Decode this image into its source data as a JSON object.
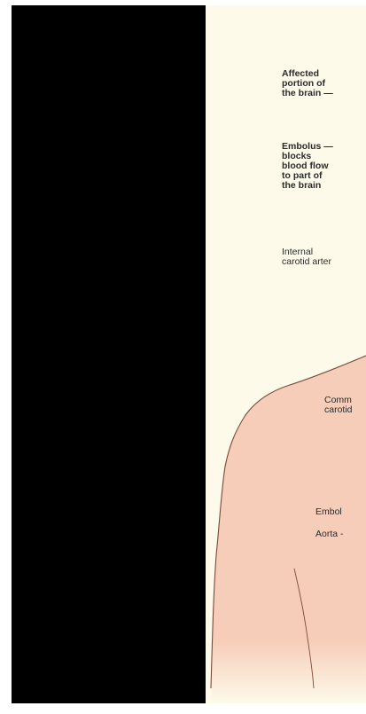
{
  "diagram": {
    "labels": {
      "affected_portion": "Affected\nportion of\nthe brain —",
      "embolus_blocks": "Embolus —\nblocks\nblood flow\nto part of\nthe brain",
      "internal_carotid": "Internal\ncarotid arter",
      "common_carotid": "Comm\ncarotid",
      "embolus_lower": "Embol",
      "aorta": "Aorta -"
    },
    "colors": {
      "background": "#fdfaea",
      "skin": "#f6cdb9",
      "outline": "#7a4a3a",
      "panel": "#000000"
    }
  }
}
